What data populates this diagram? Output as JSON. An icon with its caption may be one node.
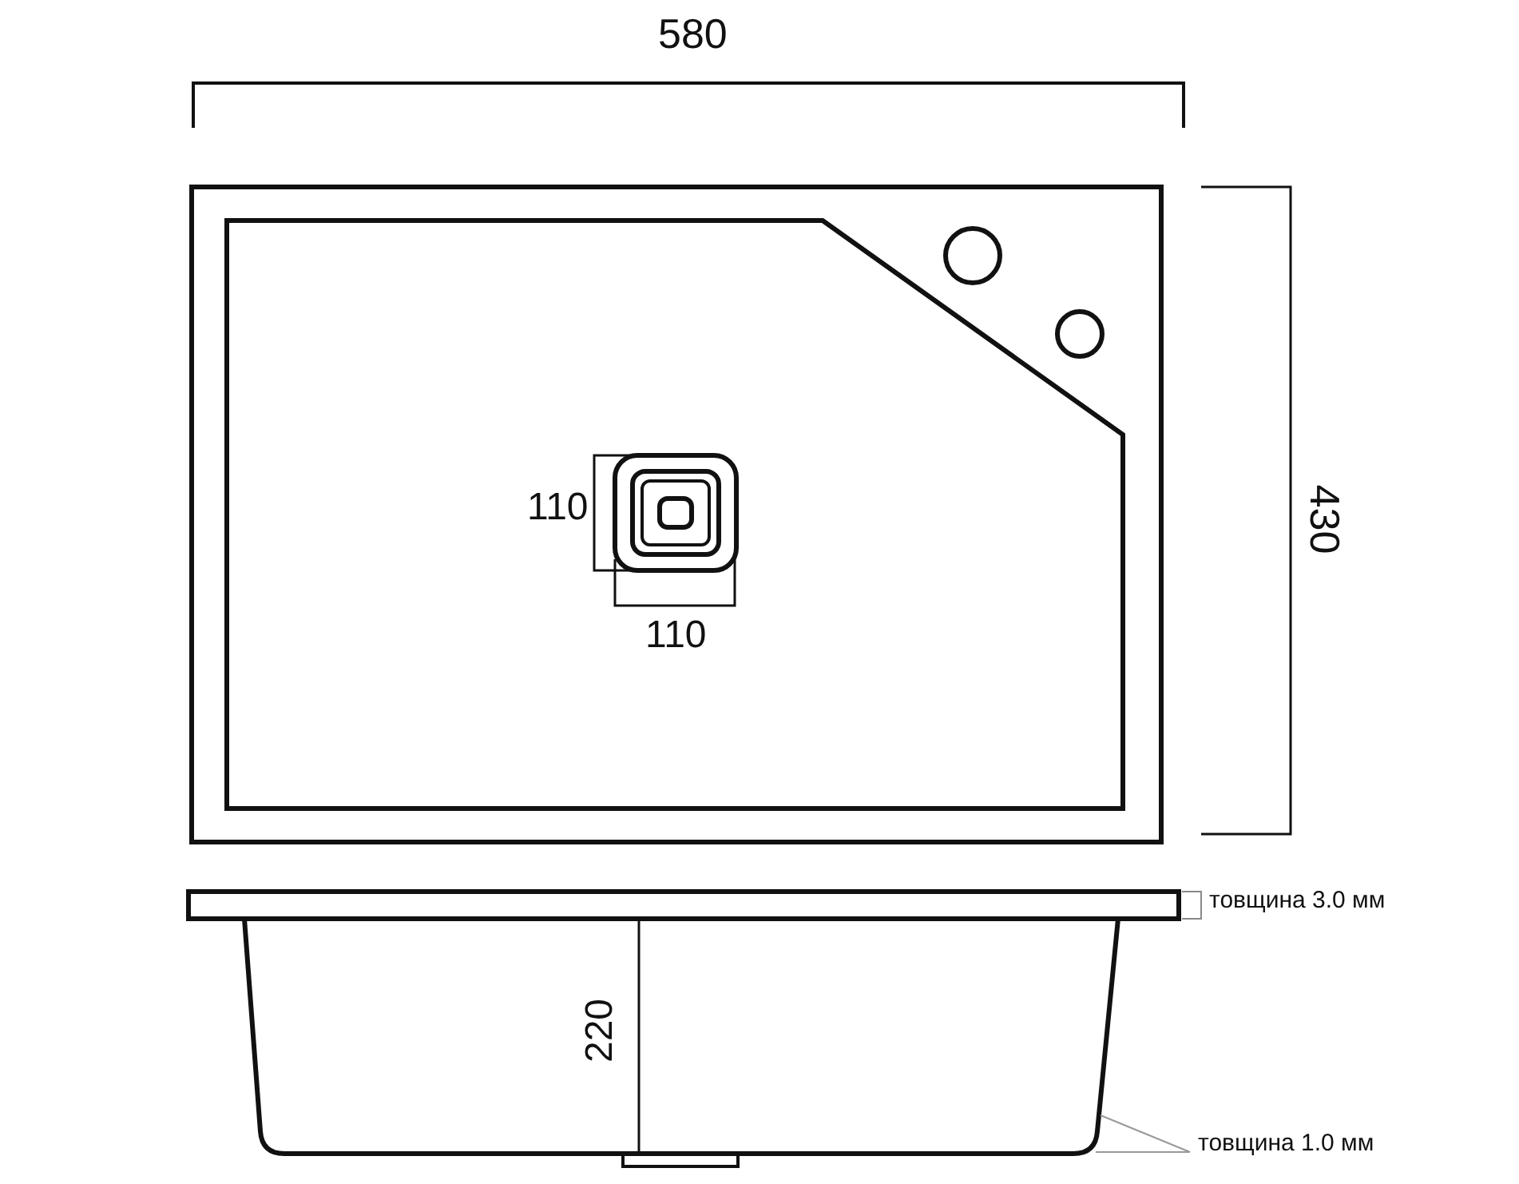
{
  "diagram": {
    "nodes": [
      {
        "text": [
          "товщина 1.0 мм"
        ]
      },
      {
        "text": [],
        "shape": "picture"
      }
    ],
    "edges": [
      {
        "from": 0,
        "to": 1,
        "arrow": "none"
      },
      {
        "from": 0,
        "to": 1,
        "arrow": "none"
      }
    ],
    "labels": [
      "580",
      "430",
      "110",
      "110",
      "220",
      "товщина 3.0 мм"
    ]
  }
}
